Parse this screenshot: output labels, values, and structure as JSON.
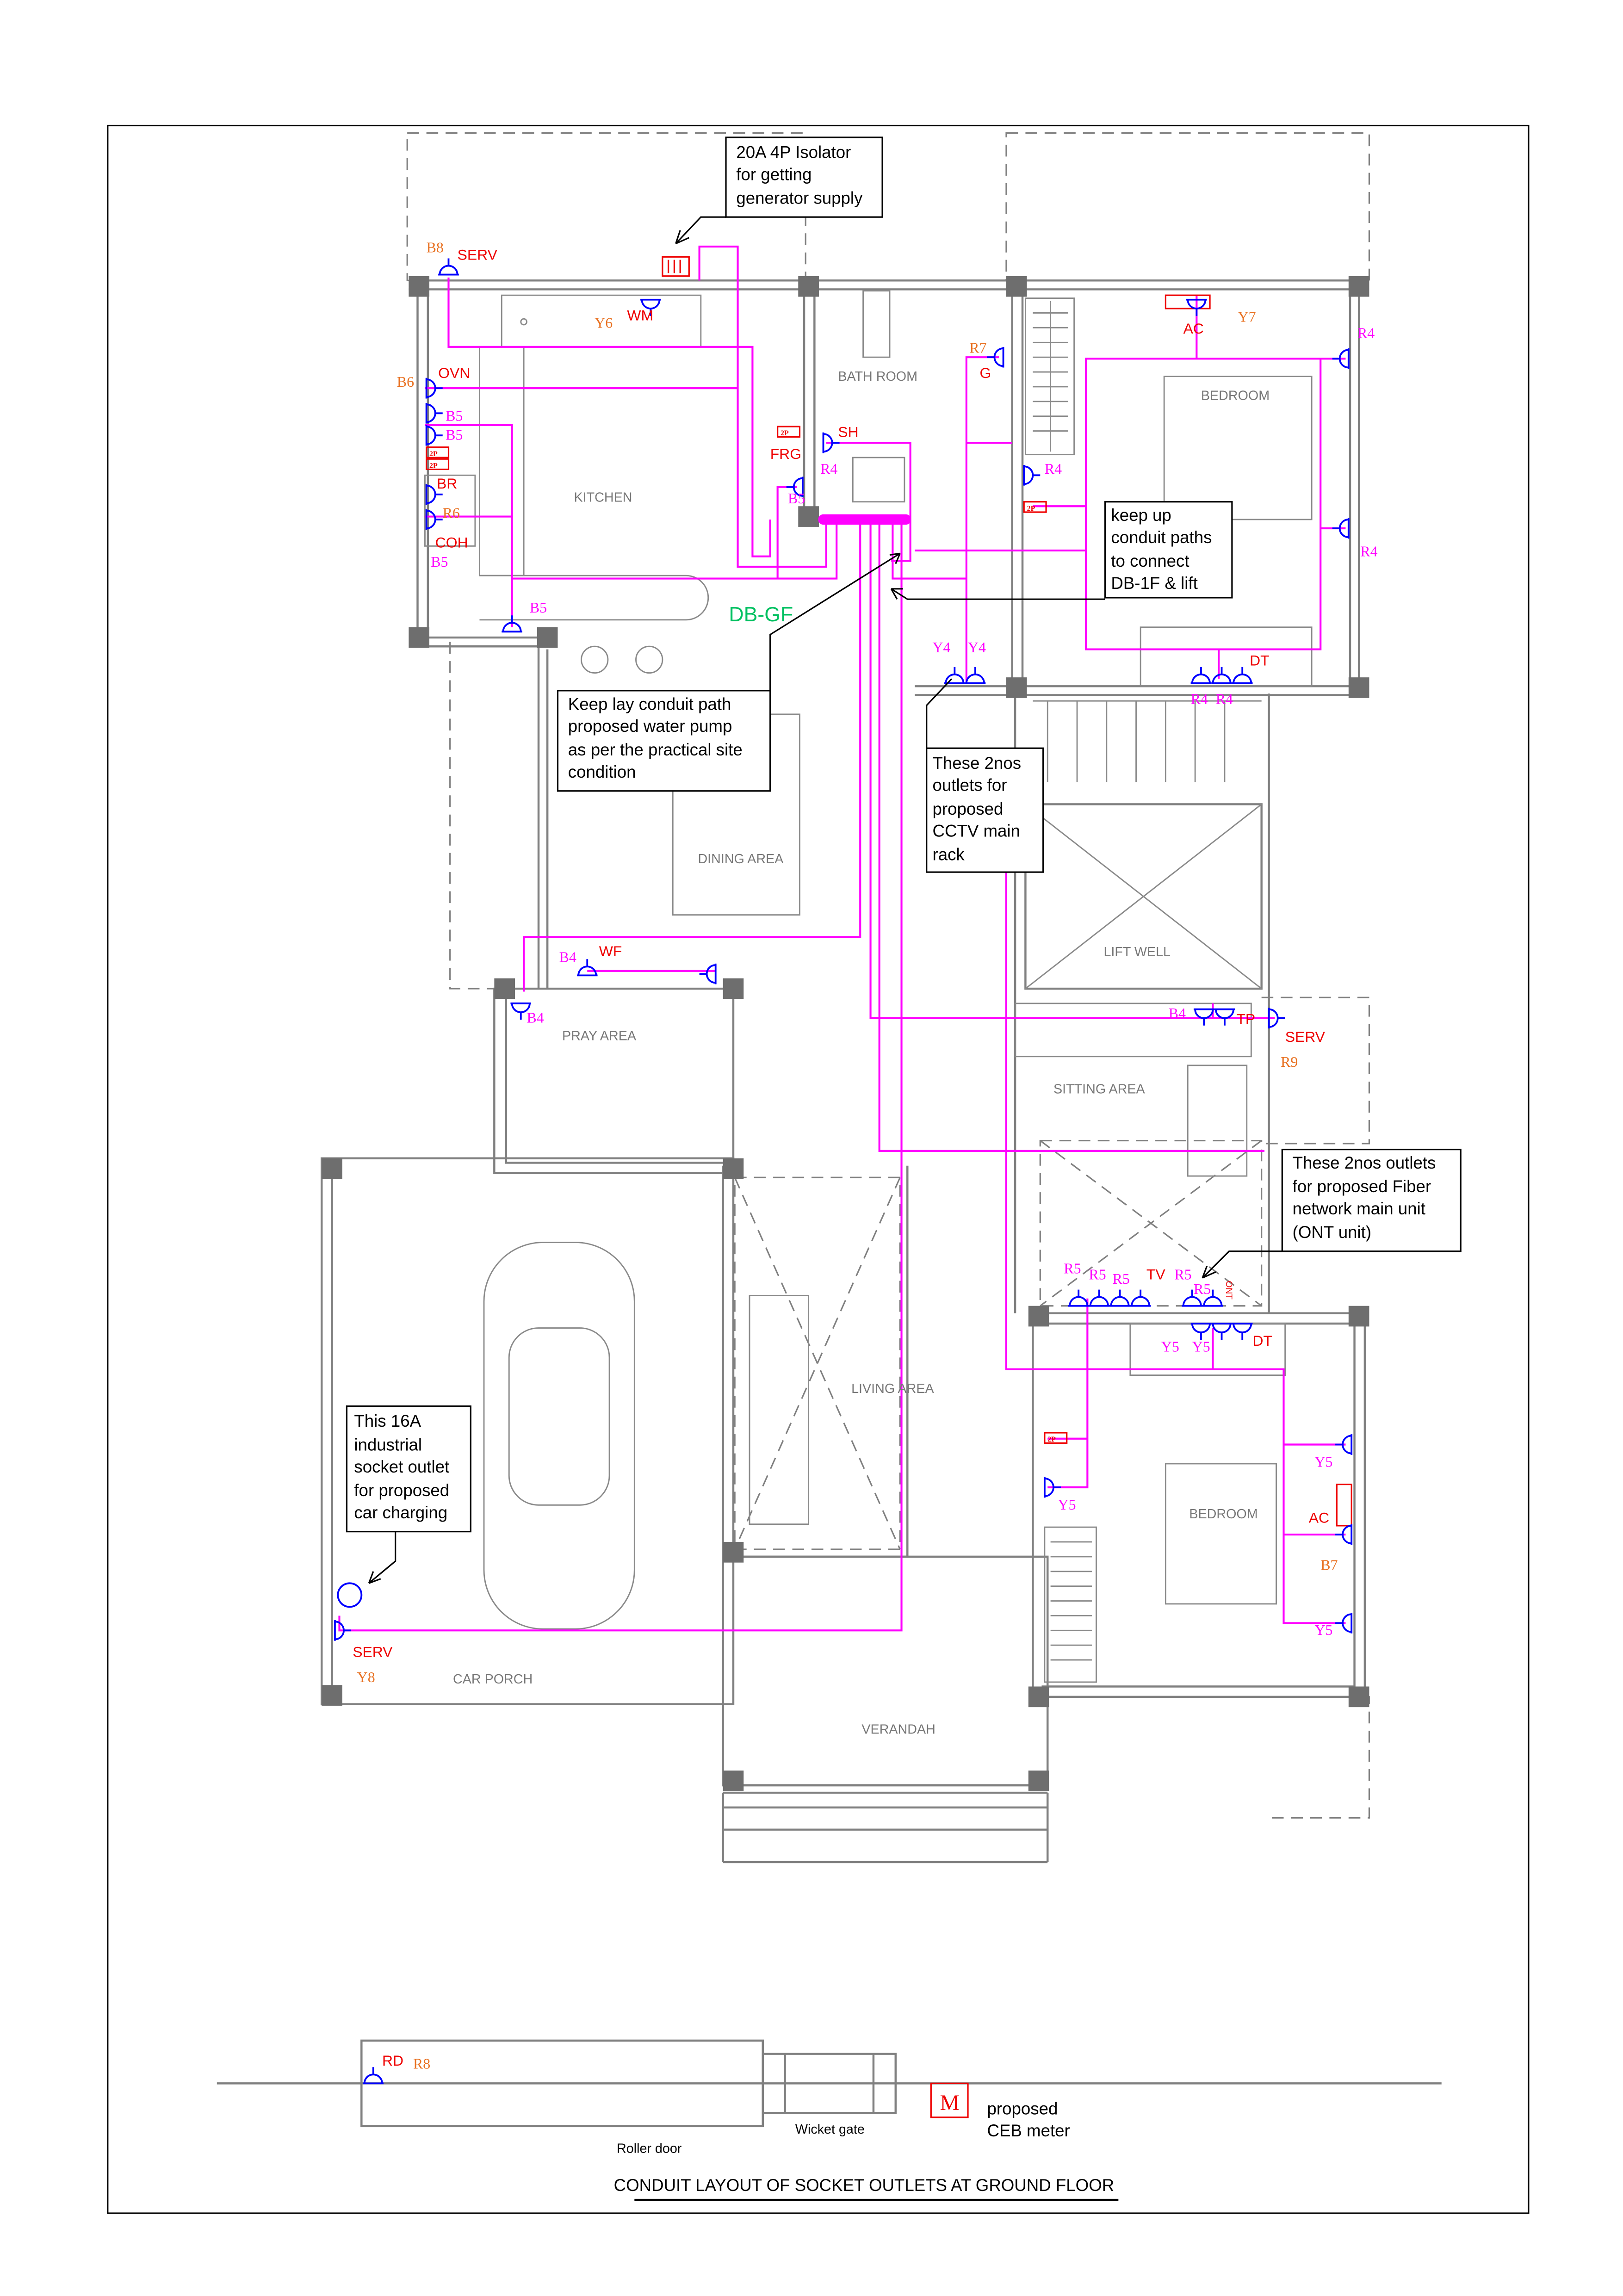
{
  "title": "CONDUIT LAYOUT OF SOCKET OUTLETS AT GROUND FLOOR",
  "colors": {
    "conduit": "#ff00ff",
    "outlet": "#0000ff",
    "wall": "#808080",
    "db": "#00c060",
    "device": "#ee0000"
  },
  "rooms": {
    "kitchen": "KITCHEN",
    "bathroom": "BATH ROOM",
    "bedroom_1": "BEDROOM",
    "dining": "DINING AREA",
    "lift_well": "LIFT WELL",
    "pray": "PRAY AREA",
    "sitting": "SITTING AREA",
    "living": "LIVING AREA",
    "bedroom_2": "BEDROOM",
    "car_porch": "CAR PORCH",
    "verandah": "VERANDAH"
  },
  "db_label": "DB-GF",
  "outlets": [
    "B8",
    "SERV",
    "Y6",
    "WM",
    "B6",
    "OVN",
    "B5",
    "B5",
    "BR",
    "R6",
    "COH",
    "B5",
    "B5",
    "SH",
    "FRG",
    "R4",
    "B5",
    "R7",
    "G",
    "AC",
    "Y7",
    "R4",
    "R4",
    "R4",
    "DT",
    "R4",
    "R4",
    "Y4",
    "Y4",
    "B4",
    "WF",
    "B4",
    "B4",
    "TP",
    "SERV",
    "R9",
    "R5",
    "R5",
    "R5",
    "TV",
    "R5",
    "R5",
    "ONT",
    "Y5",
    "Y5",
    "DT",
    "Y5",
    "Y5",
    "AC",
    "B7",
    "Y5",
    "SERV",
    "Y8",
    "RD",
    "R8"
  ],
  "breaker_label": "2P",
  "notes": {
    "isolator": [
      "20A 4P Isolator",
      "for getting",
      "generator supply"
    ],
    "db1f": [
      "keep up",
      "conduit paths",
      "to connect",
      "DB-1F & lift"
    ],
    "pump": [
      "Keep lay conduit path",
      "proposed water pump",
      "as per the practical site",
      "condition"
    ],
    "cctv": [
      "These 2nos",
      "outlets for",
      "proposed",
      "CCTV main",
      "rack"
    ],
    "fiber": [
      "These 2nos outlets",
      "for proposed Fiber",
      "network main unit",
      "(ONT unit)"
    ],
    "ev": [
      "This 16A",
      "industrial",
      "socket outlet",
      "for proposed",
      "car charging"
    ]
  },
  "gate": {
    "roller_door": "Roller door",
    "wicket_gate": "Wicket gate",
    "meter_symbol": "M",
    "meter_label": [
      "proposed",
      "CEB meter"
    ]
  }
}
